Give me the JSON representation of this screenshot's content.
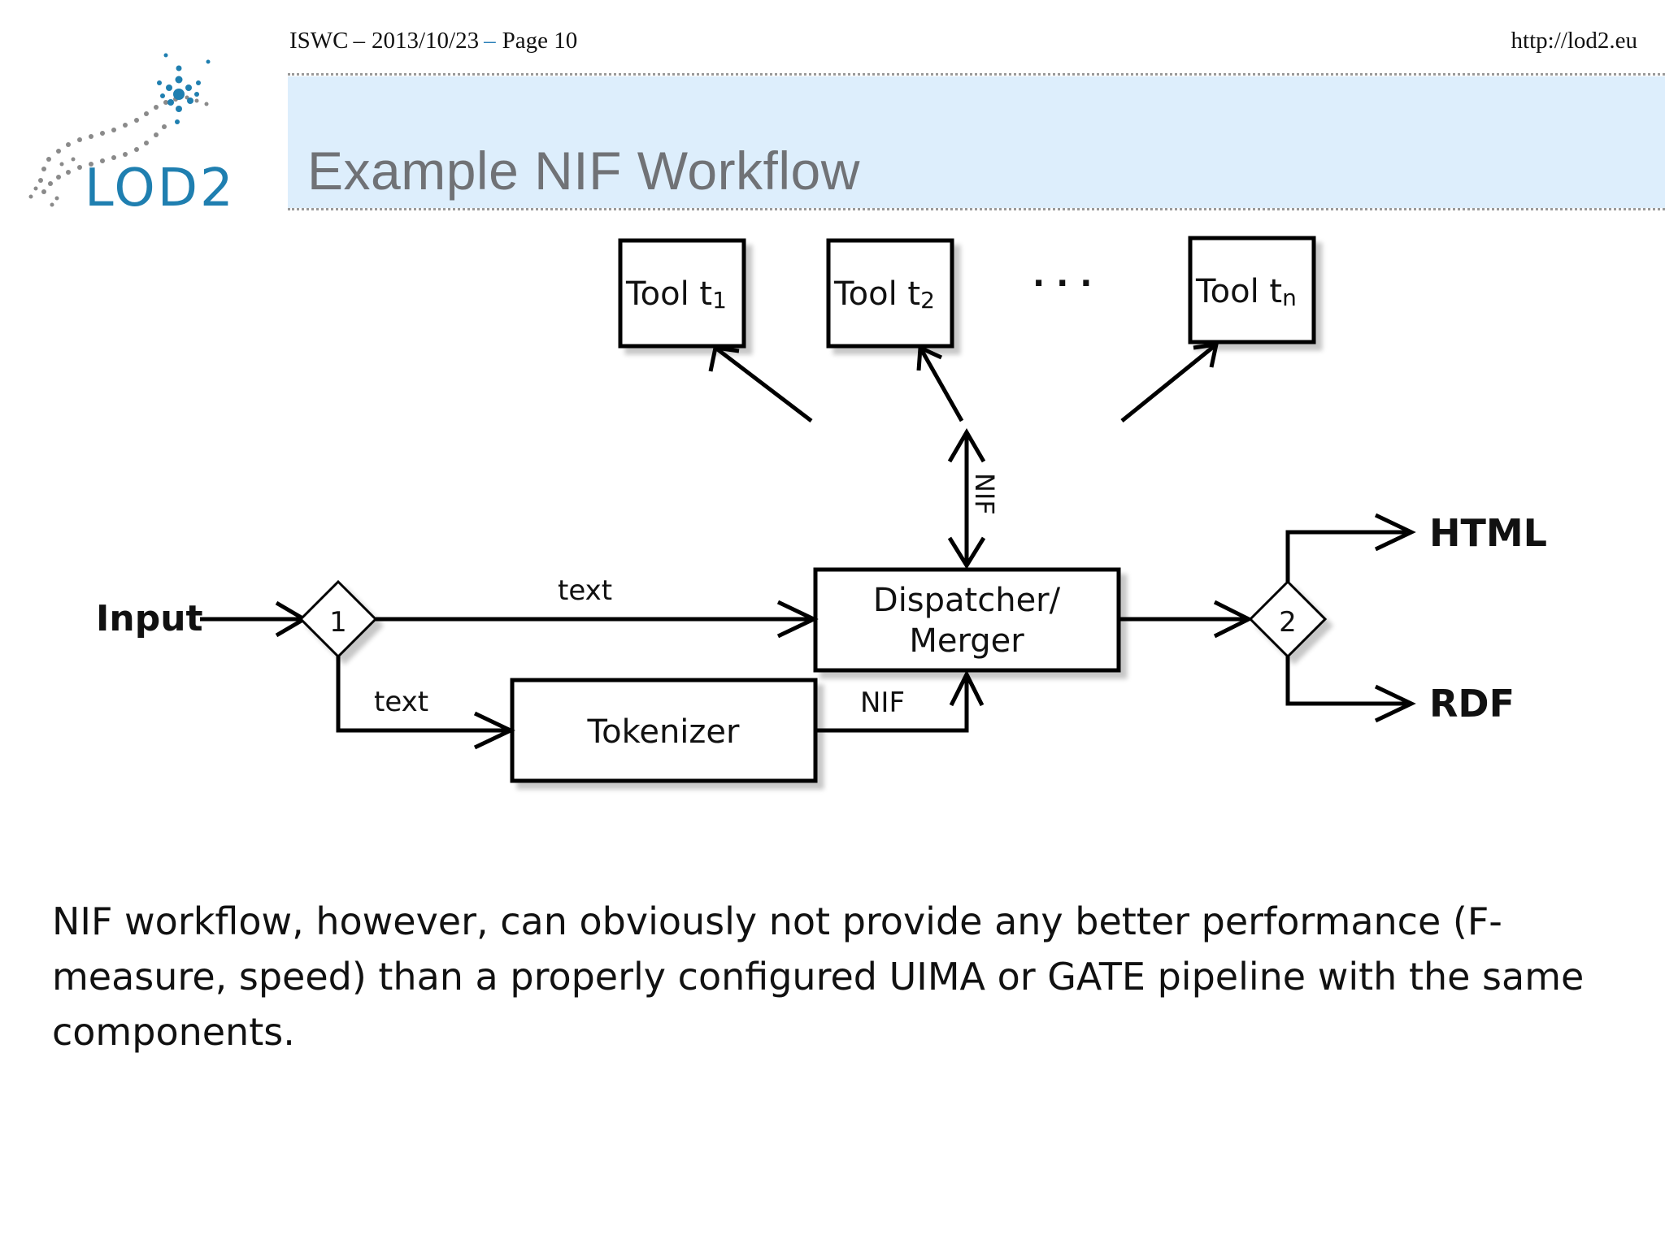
{
  "header": {
    "conference": "ISWC",
    "date": "2013/10/23",
    "page": "Page 10",
    "url": "http://lod2.eu"
  },
  "logo": {
    "text": "LOD2"
  },
  "slide": {
    "title": "Example NIF Workflow"
  },
  "diagram": {
    "tools": [
      {
        "label": "Tool t",
        "subscript": "1"
      },
      {
        "label": "Tool t",
        "subscript": "2"
      },
      {
        "label": "Tool t",
        "subscript": "n"
      }
    ],
    "ellipsis": "· · ·",
    "bus_label": "NIF",
    "input_label": "Input",
    "decision_1": "1",
    "decision_2": "2",
    "edge_text_top": "text",
    "edge_text_bottom": "text",
    "edge_nif": "NIF",
    "dispatcher_line1": "Dispatcher/",
    "dispatcher_line2": "Merger",
    "tokenizer": "Tokenizer",
    "output_html": "HTML",
    "output_rdf": "RDF"
  },
  "body": {
    "paragraph": "NIF workflow, however, can obviously not provide any better performance (F-measure, speed) than a properly configured UIMA or GATE pipeline with the same components."
  },
  "colors": {
    "logo_blue": "#1f7fb0",
    "band": "#ddeefc",
    "title": "#707276"
  }
}
